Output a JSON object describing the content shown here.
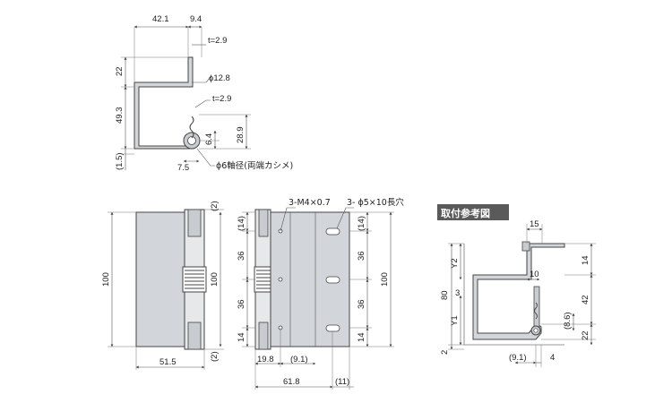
{
  "side_profile": {
    "dims": {
      "top_width": "42.1",
      "top_offset": "9.4",
      "thickness_top": "t=2.9",
      "pin_dia": "ϕ12.8",
      "thickness_mid": "t=2.9",
      "upper_height": "22",
      "lower_height": "49.3",
      "knuckle_height": "28.9",
      "knuckle_center": "6.4",
      "bottom_gap": "(1.5)",
      "pin_offset": "7.5",
      "shaft_note": "ϕ6軸径(両端カシメ)"
    }
  },
  "front_view": {
    "dims": {
      "height_left": "100",
      "height_right": "100",
      "gap_top": "(2)",
      "gap_bottom": "(2)",
      "leaf_width": "51.5"
    }
  },
  "hole_view": {
    "dims": {
      "tap_note": "3-M4×0.7",
      "slot_note": "3- ϕ5×10長穴",
      "top_margin_left": "(14)",
      "top_margin_right": "(14)",
      "pitch1_left": "36",
      "pitch2_left": "36",
      "pitch1_right": "36",
      "pitch2_right": "36",
      "bottom_left": "14",
      "bottom_right": "14",
      "height": "100",
      "offset_a": "19.8",
      "offset_b": "(9.1)",
      "total_width": "61.8",
      "tail": "(11)"
    }
  },
  "reference": {
    "title": "取付参考図",
    "dims": {
      "top_w": "15",
      "right_top": "14",
      "y2": "Y2",
      "y1": "Y1",
      "gap": "10",
      "total": "80",
      "three": "3",
      "mid": "42",
      "knuckle": "(8.6)",
      "bottom": "22",
      "two": "2",
      "offset": "(9.1)",
      "four": "4"
    }
  },
  "colors": {
    "leaf": "#d2d6da",
    "ink": "#444444",
    "title_bg": "#5a5a5a"
  }
}
